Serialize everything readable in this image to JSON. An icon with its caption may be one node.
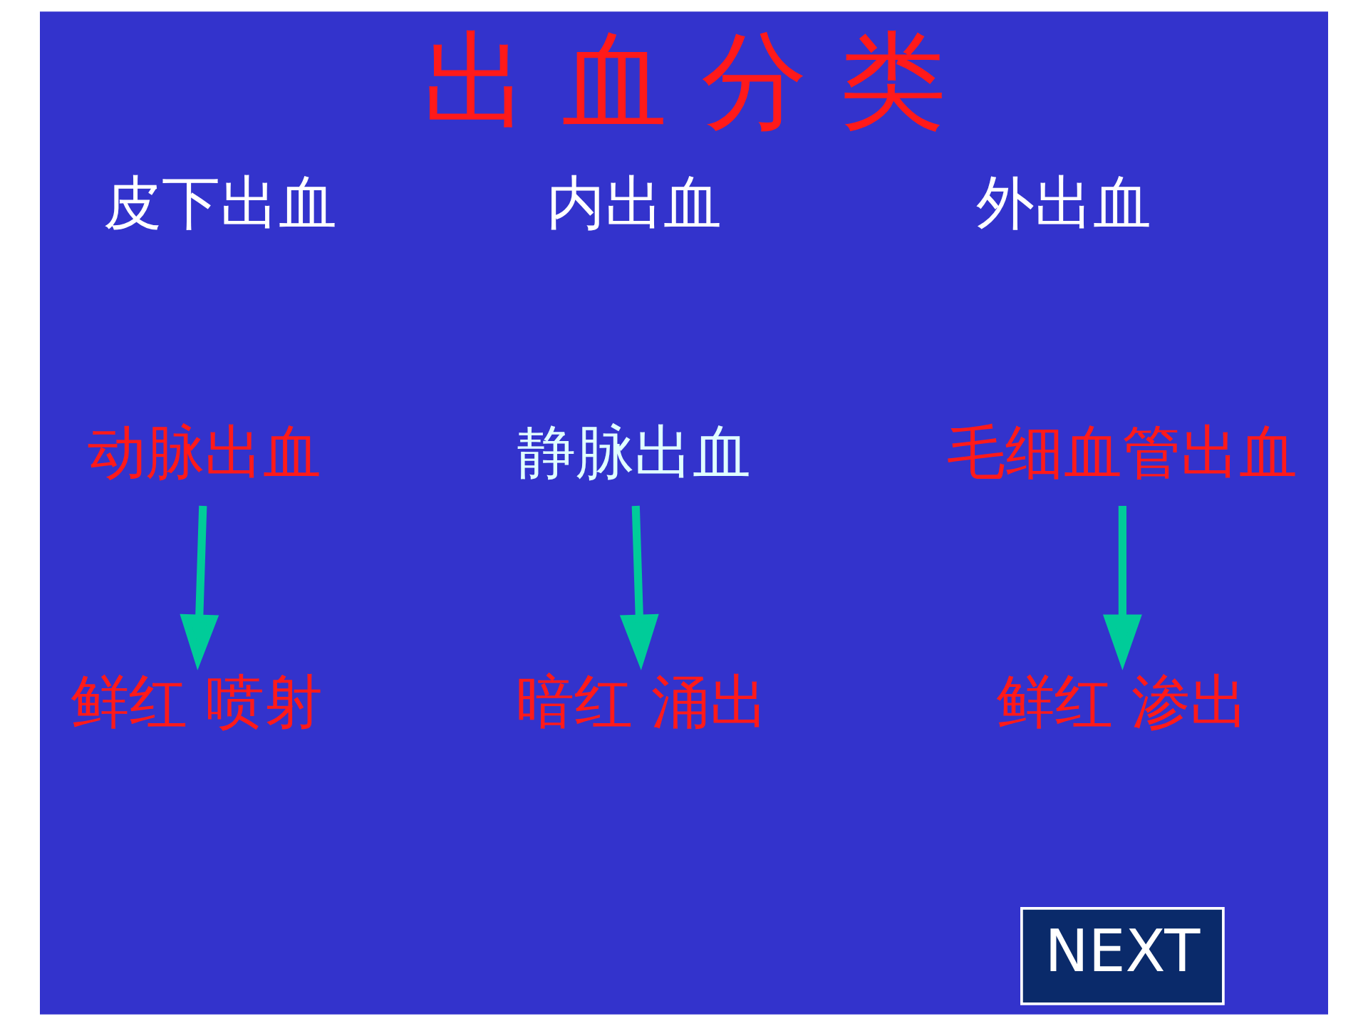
{
  "diagram": {
    "title": "出 血 分 类",
    "nodes": [
      {
        "text": [
          "动脉出血"
        ]
      },
      {
        "text": [
          "静脉出血"
        ]
      },
      {
        "text": [
          "毛细血管出血"
        ]
      },
      {
        "text": [
          "鲜红 喷射"
        ]
      },
      {
        "text": [
          "暗红 涌出"
        ]
      },
      {
        "text": [
          "鲜红 渗出"
        ]
      }
    ],
    "edges": [
      {
        "from": 0,
        "to": 3,
        "arrow": "to"
      },
      {
        "from": 1,
        "to": 4,
        "arrow": "to"
      },
      {
        "from": 2,
        "to": 5,
        "arrow": "to"
      }
    ],
    "labels": [
      "皮下出血",
      "内出血",
      "外出血",
      "NEXT"
    ]
  }
}
